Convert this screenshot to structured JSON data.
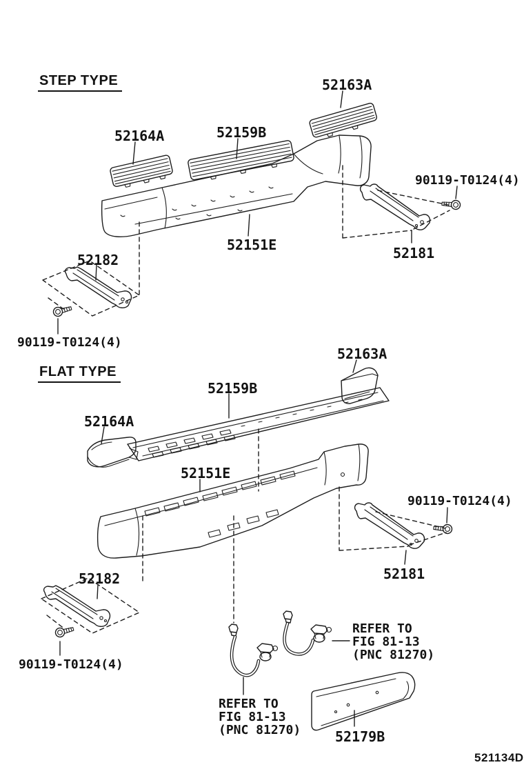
{
  "diagram": {
    "code": "521134D",
    "sections": {
      "step": {
        "title": "STEP TYPE"
      },
      "flat": {
        "title": "FLAT TYPE"
      }
    },
    "parts": {
      "plate_end": "52164A",
      "plate_center": "52159B",
      "plate_side": "52163A",
      "bumper": "52151E",
      "bracket_rh": "52181",
      "bracket_lh": "52182",
      "bolt": "90119-T0124(4)",
      "license_bracket": "52179B"
    },
    "refer_note": {
      "line1": "REFER TO",
      "line2": "FIG 81-13",
      "line3": "(PNC 81270)"
    },
    "colors": {
      "line": "#1c1c1c",
      "background": "#ffffff"
    }
  }
}
